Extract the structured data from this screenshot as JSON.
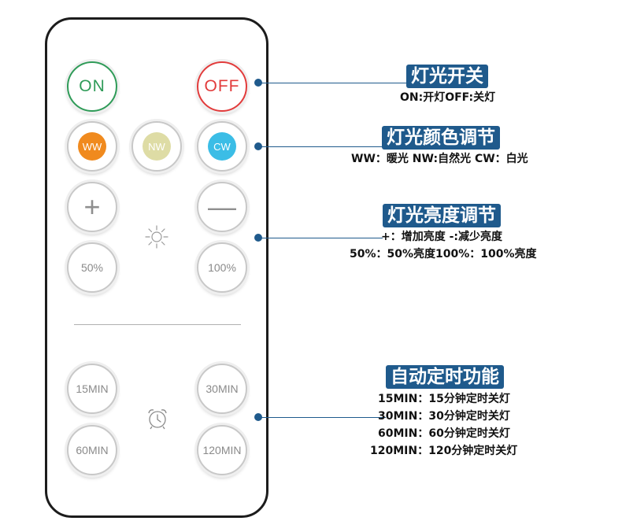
{
  "remote": {
    "on_label": "ON",
    "off_label": "OFF",
    "ww_label": "WW",
    "nw_label": "NW",
    "cw_label": "CW",
    "plus_label": "+",
    "minus_label": "—",
    "b50_label": "50%",
    "b100_label": "100%",
    "t15_label": "15MIN",
    "t30_label": "30MIN",
    "t60_label": "60MIN",
    "t120_label": "120MIN",
    "colors": {
      "ww": "#f08a1e",
      "nw": "#dedca5",
      "cw": "#3bbde6",
      "on": "#2f9b58",
      "off": "#e23b3b"
    },
    "icons": {
      "brightness": "sun-icon",
      "timer": "alarm-clock-icon"
    }
  },
  "callouts": {
    "switch": {
      "title": "灯光开关",
      "lines": [
        "ON:开灯OFF:关灯"
      ]
    },
    "color": {
      "title": "灯光颜色调节",
      "lines": [
        "WW：暖光  NW:自然光  CW：白光"
      ]
    },
    "brightness": {
      "title": "灯光亮度调节",
      "lines": [
        "+：增加亮度  -:减少亮度",
        "50%：50%亮度100%：100%亮度"
      ]
    },
    "timer": {
      "title": "自动定时功能",
      "lines": [
        "15MIN：15分钟定时关灯",
        "30MIN：30分钟定时关灯",
        "60MIN：60分钟定时关灯",
        "120MIN：120分钟定时关灯"
      ]
    },
    "accent_color": "#1f5a8c"
  }
}
